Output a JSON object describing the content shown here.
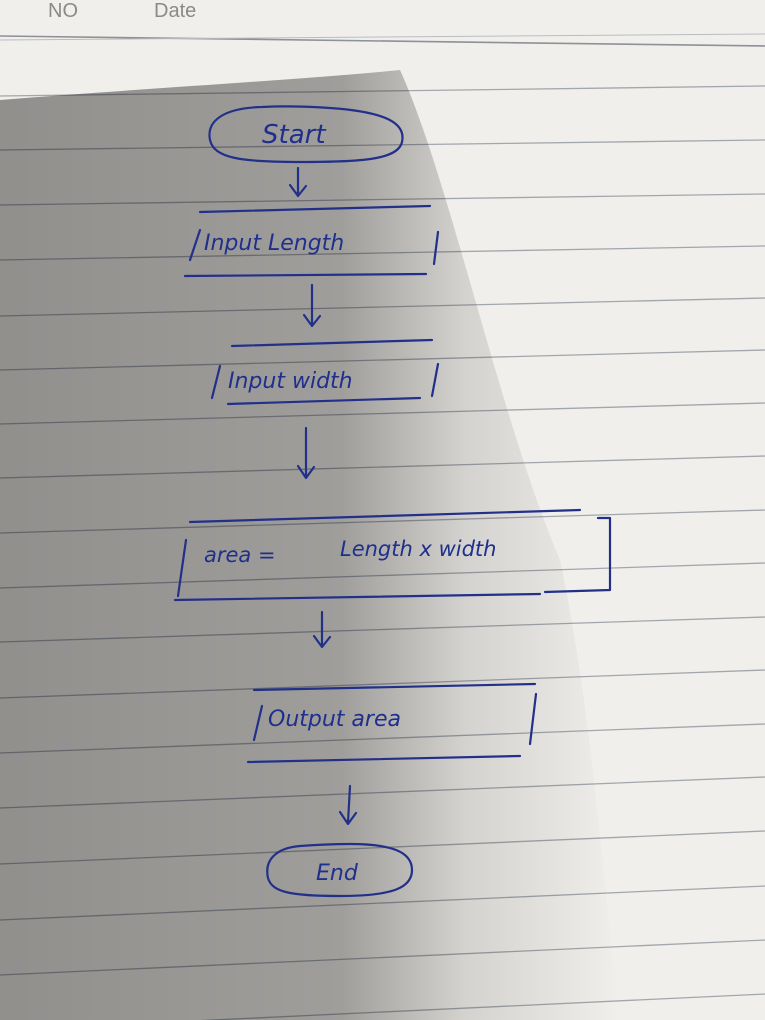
{
  "header": {
    "no_label": "NO",
    "date_label": "Date"
  },
  "flowchart": {
    "start": "Start",
    "input_length": "Input Length",
    "input_width": "Input width",
    "area_assign": "area =",
    "area_formula": "Length x width",
    "output_area": "Output area",
    "end": "End"
  },
  "colors": {
    "ink": "#22308a",
    "paper": "#f1efeb",
    "rule": "#9aa0a8"
  }
}
